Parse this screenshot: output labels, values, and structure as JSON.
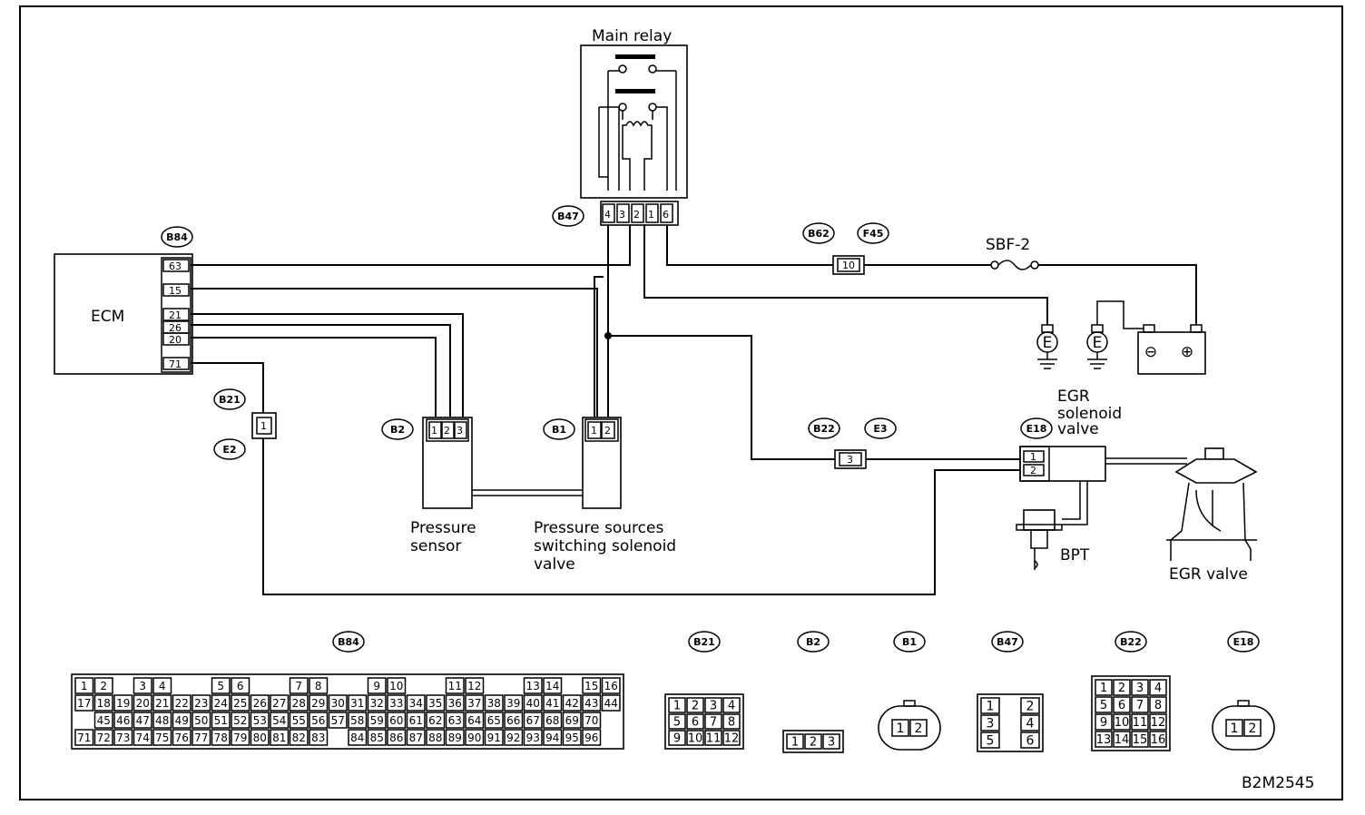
{
  "main_relay": {
    "title": "Main relay",
    "connector": "B47",
    "pins": [
      "4",
      "3",
      "2",
      "1",
      "6"
    ]
  },
  "ecm": {
    "label": "ECM",
    "connector": "B84",
    "pins": [
      "63",
      "15",
      "21",
      "26",
      "20",
      "71"
    ]
  },
  "joint": {
    "b62": "B62",
    "f45": "F45",
    "pin": "10"
  },
  "fuse": {
    "label": "SBF-2"
  },
  "ground_symbol": "E",
  "battery": {
    "negative": "⊖",
    "positive": "⊕"
  },
  "b21_e2": {
    "top": "B21",
    "bottom": "E2",
    "pin": "1"
  },
  "pressure_sensor": {
    "connector": "B2",
    "pins": [
      "1",
      "2",
      "3"
    ],
    "label_line1": "Pressure",
    "label_line2": "sensor"
  },
  "switching_valve": {
    "connector": "B1",
    "pins": [
      "1",
      "2"
    ],
    "label_line1": "Pressure sources",
    "label_line2": "switching solenoid",
    "label_line3": "valve"
  },
  "b22_e3": {
    "left": "B22",
    "right": "E3",
    "pin": "3"
  },
  "egr_solenoid": {
    "connector": "E18",
    "pins": [
      "1",
      "2"
    ],
    "label_line1": "EGR",
    "label_line2": "solenoid",
    "label_line3": "valve"
  },
  "bpt": {
    "label": "BPT"
  },
  "egr_valve": {
    "label": "EGR valve"
  },
  "connector_views": {
    "b84": {
      "tag": "B84",
      "row1": [
        "1",
        "2",
        "",
        "3",
        "4",
        "",
        "",
        "5",
        "6",
        "",
        "",
        "7",
        "8",
        "",
        "",
        "9",
        "10",
        "",
        "",
        "11",
        "12",
        "",
        "",
        "13",
        "14",
        "",
        "15",
        "16"
      ],
      "row2": [
        "17",
        "18",
        "19",
        "20",
        "21",
        "22",
        "23",
        "24",
        "25",
        "26",
        "27",
        "28",
        "29",
        "30",
        "31",
        "32",
        "33",
        "34",
        "35",
        "36",
        "37",
        "38",
        "39",
        "40",
        "41",
        "42",
        "43",
        "44"
      ],
      "row3": [
        "",
        "45",
        "46",
        "47",
        "48",
        "49",
        "50",
        "51",
        "52",
        "53",
        "54",
        "55",
        "56",
        "57",
        "58",
        "59",
        "60",
        "61",
        "62",
        "63",
        "64",
        "65",
        "66",
        "67",
        "68",
        "69",
        "70",
        ""
      ],
      "row4": [
        "71",
        "72",
        "73",
        "74",
        "75",
        "76",
        "77",
        "78",
        "79",
        "80",
        "81",
        "82",
        "83",
        "",
        "84",
        "85",
        "86",
        "87",
        "88",
        "89",
        "90",
        "91",
        "92",
        "93",
        "94",
        "95",
        "96",
        ""
      ]
    },
    "b21": {
      "tag": "B21",
      "row1": [
        "1",
        "2",
        "3",
        "4"
      ],
      "row2": [
        "5",
        "6",
        "7",
        "8"
      ],
      "row3": [
        "9",
        "10",
        "11",
        "12"
      ]
    },
    "b2": {
      "tag": "B2",
      "row1": [
        "1",
        "2",
        "3"
      ]
    },
    "b1": {
      "tag": "B1",
      "row1": [
        "1",
        "2"
      ]
    },
    "b47": {
      "tag": "B47",
      "row1": [
        "1",
        "",
        "2"
      ],
      "row2": [
        "3",
        "",
        "4"
      ],
      "row3": [
        "5",
        "",
        "6"
      ]
    },
    "b22": {
      "tag": "B22",
      "row1": [
        "1",
        "2",
        "3",
        "4"
      ],
      "row2": [
        "5",
        "6",
        "7",
        "8"
      ],
      "row3": [
        "9",
        "10",
        "11",
        "12"
      ],
      "row4": [
        "13",
        "14",
        "15",
        "16"
      ]
    },
    "e18": {
      "tag": "E18",
      "row1": [
        "1",
        "2"
      ]
    }
  },
  "figure_id": "B2M2545"
}
